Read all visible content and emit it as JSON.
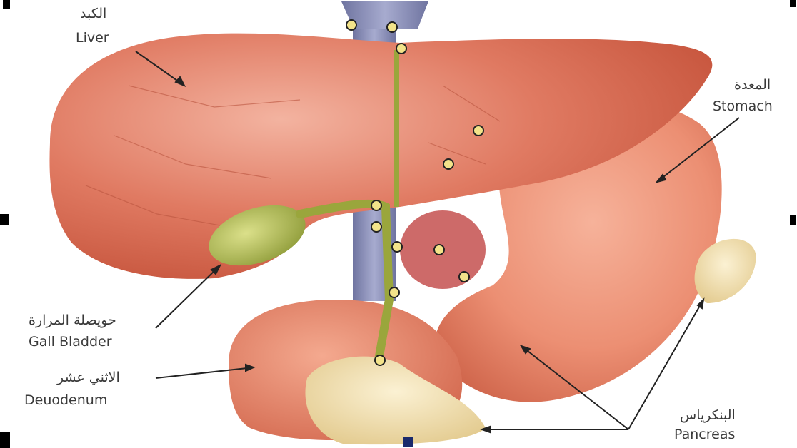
{
  "labels": {
    "liver": {
      "ar": "الكبد",
      "en": "Liver"
    },
    "stomach": {
      "ar": "المعدة",
      "en": "Stomach"
    },
    "gallbladder": {
      "ar": "حويصلة المرارة",
      "en": "Gall Bladder"
    },
    "duodenum": {
      "ar": "الاثني عشر",
      "en": "Deuodenum"
    },
    "pancreas": {
      "ar": "البنكرياس",
      "en": "Pancreas"
    }
  },
  "colors": {
    "liver": "#e07a62",
    "stomach": "#ec8f73",
    "gallbladder": "#b7c25a",
    "pancreas": "#f1dfae",
    "vein": "#8f93b8",
    "handles": "#000000",
    "label_text": "#3a3a3a"
  },
  "icons": [
    "selection-handle-icon",
    "lymph-node-icon"
  ]
}
